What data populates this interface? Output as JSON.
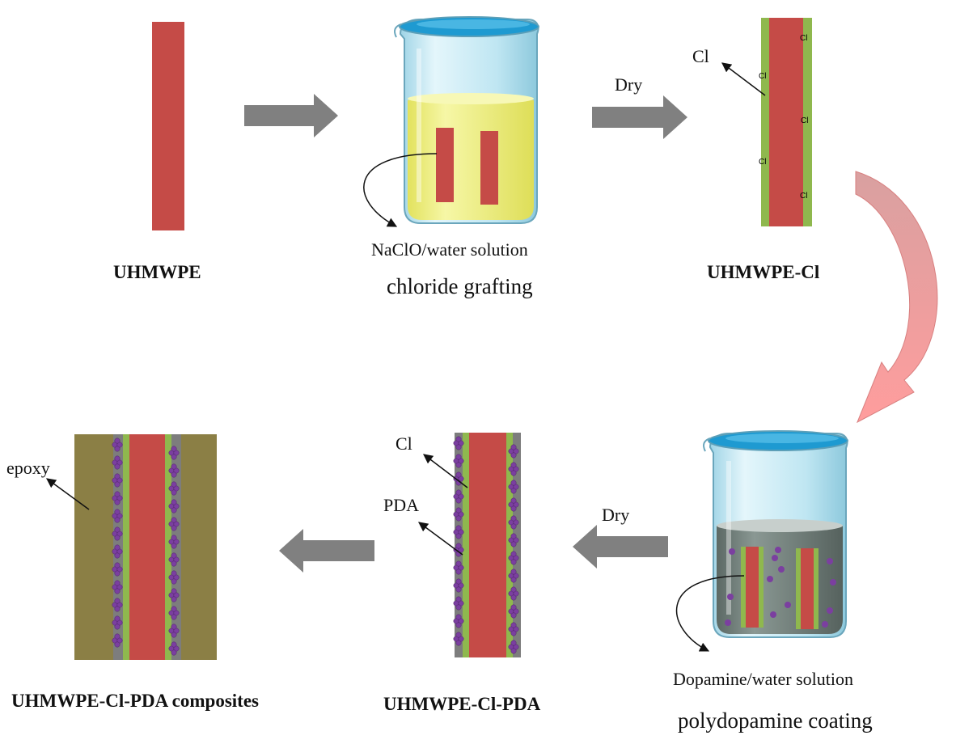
{
  "labels": {
    "uhmwpe": "UHMWPE",
    "naclo_solution": "NaClO/water solution",
    "chloride_grafting": "chloride grafting",
    "dry_top": "Dry",
    "cl_top": "Cl",
    "uhmwpe_cl": "UHMWPE-Cl",
    "dopamine_solution": "Dopamine/water solution",
    "polydopamine_coating": "polydopamine coating",
    "dry_bottom": "Dry",
    "cl_bottom": "Cl",
    "pda": "PDA",
    "uhmwpe_cl_pda": "UHMWPE-Cl-PDA",
    "epoxy": "epoxy",
    "composites": "UHMWPE-Cl-PDA composites",
    "cl_marker": "Cl"
  },
  "colors": {
    "fiber": "#c54b47",
    "cl_layer": "#8fb84e",
    "pda_layer": "#7d7d7d",
    "pda_particle": "#7b3fa0",
    "epoxy": "#8b7f45",
    "arrow_gray": "#808080",
    "naclo_liquid": "#eef07a",
    "dopamine_liquid": "#6f7d78",
    "beaker_glass": "#bde6f2",
    "curved_arrow": "#f3a3a3"
  }
}
